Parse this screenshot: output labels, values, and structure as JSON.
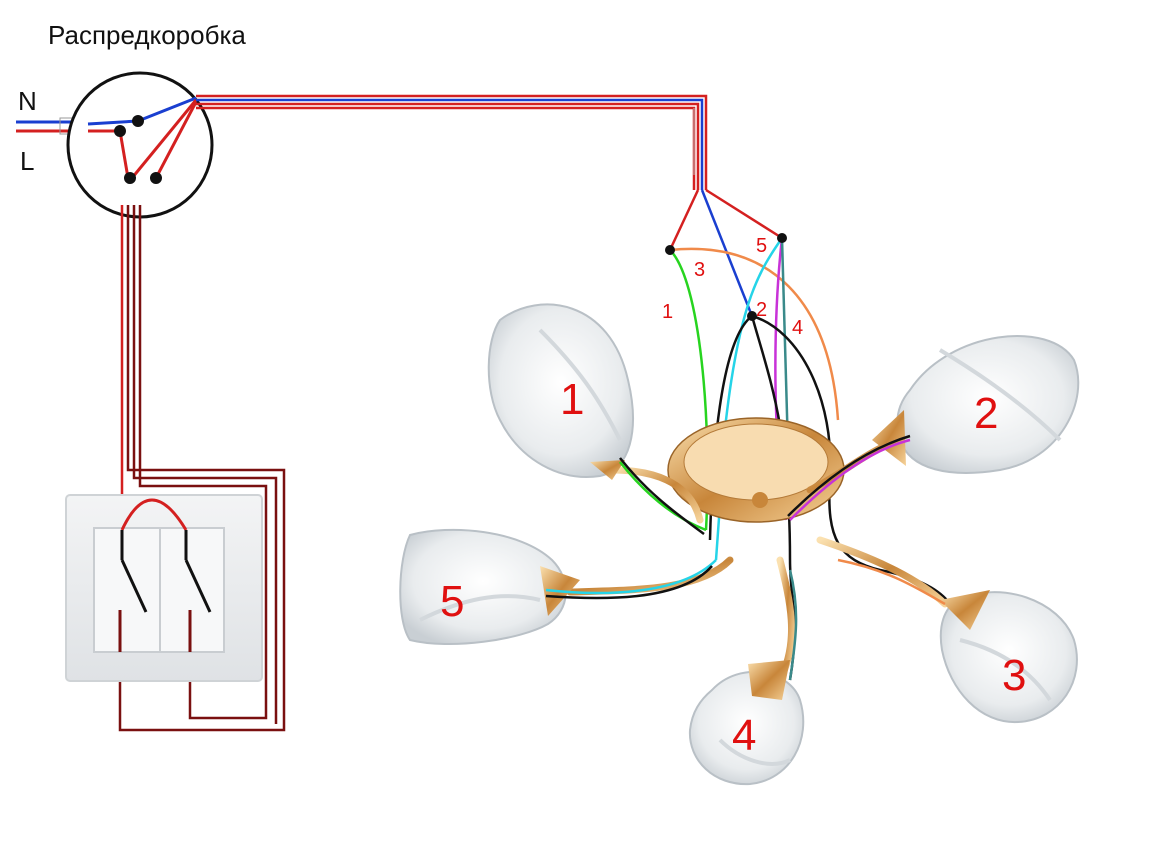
{
  "junction_box": {
    "title": "Распредкоробка"
  },
  "supply": {
    "neutral": "N",
    "line": "L"
  },
  "wire_labels": [
    "1",
    "3",
    "5",
    "2",
    "4"
  ],
  "lamps": [
    {
      "label": "1"
    },
    {
      "label": "2"
    },
    {
      "label": "3"
    },
    {
      "label": "4"
    },
    {
      "label": "5"
    }
  ],
  "colors": {
    "phase": "#d42020",
    "neutral": "#1a3fd0",
    "switch_wire": "#7a1010",
    "green": "#27d41f",
    "orange": "#f08a4a",
    "cyan": "#25d4e8",
    "magenta": "#c832d8",
    "teal": "#3a8a8a",
    "black": "#111111",
    "label_red": "#e01010"
  }
}
